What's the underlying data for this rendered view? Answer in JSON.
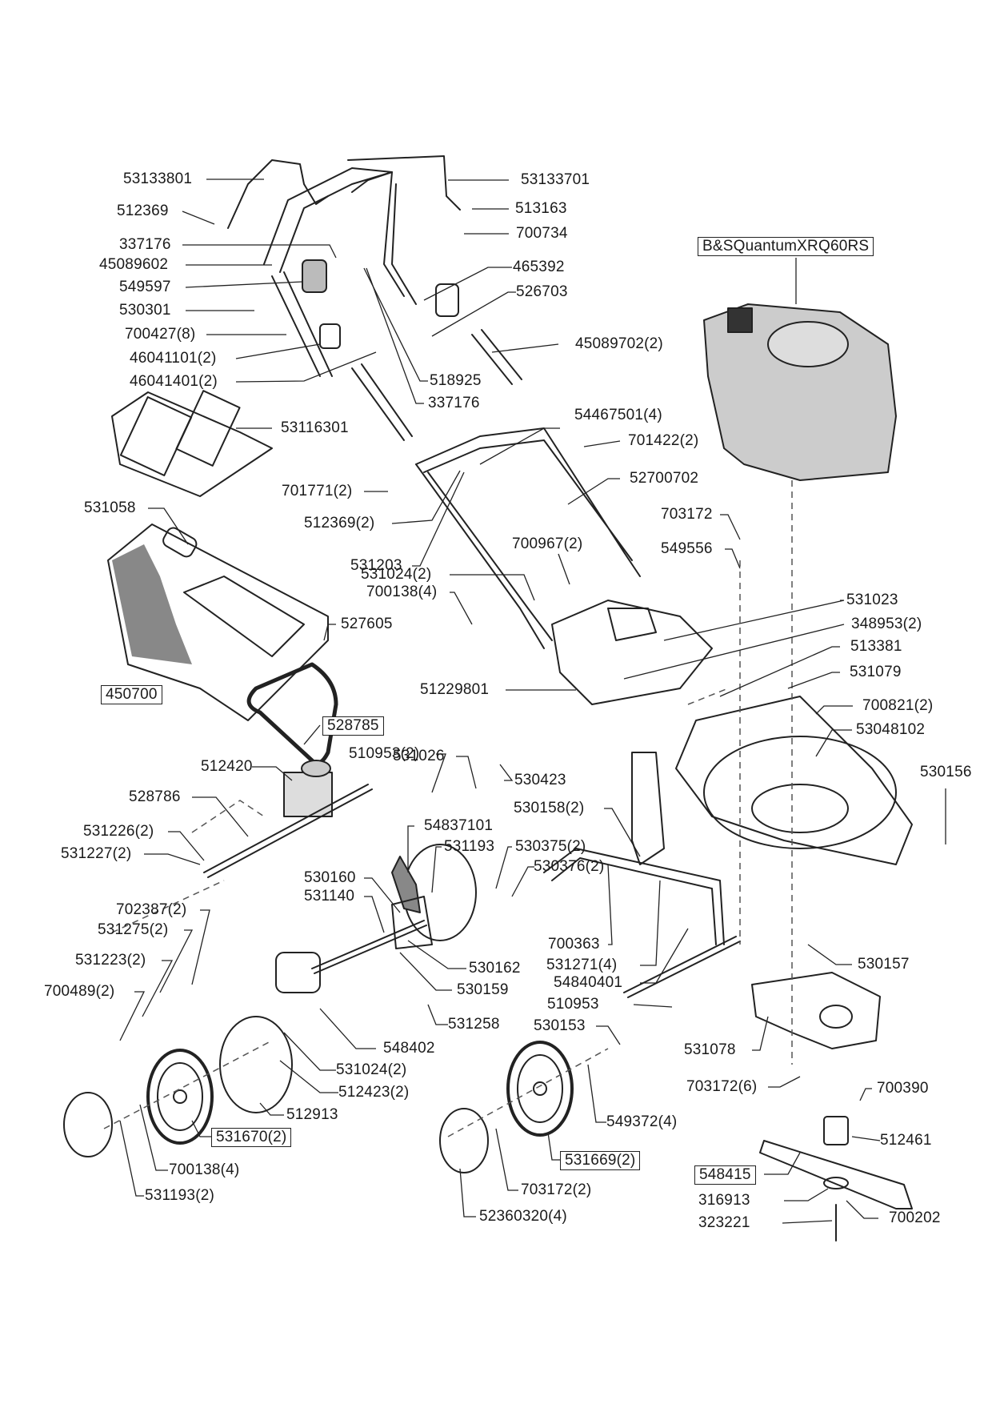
{
  "diagram": {
    "title": "Lawn mower exploded parts diagram",
    "engine_label": "B&SQuantumXRQ60RS",
    "parts": [
      {
        "id": "p01",
        "label": "53133801"
      },
      {
        "id": "p02",
        "label": "512369"
      },
      {
        "id": "p03",
        "label": "337176"
      },
      {
        "id": "p04",
        "label": "45089602"
      },
      {
        "id": "p05",
        "label": "549597"
      },
      {
        "id": "p06",
        "label": "530301"
      },
      {
        "id": "p07",
        "label": "700427(8)"
      },
      {
        "id": "p08",
        "label": "46041101(2)"
      },
      {
        "id": "p09",
        "label": "46041401(2)"
      },
      {
        "id": "p10",
        "label": "53133701"
      },
      {
        "id": "p11",
        "label": "513163"
      },
      {
        "id": "p12",
        "label": "700734"
      },
      {
        "id": "p13",
        "label": "465392"
      },
      {
        "id": "p14",
        "label": "526703"
      },
      {
        "id": "p15",
        "label": "45089702(2)"
      },
      {
        "id": "p16",
        "label": "518925"
      },
      {
        "id": "p17",
        "label": "337176"
      },
      {
        "id": "p18",
        "label": "53116301"
      },
      {
        "id": "p19",
        "label": "54467501(4)"
      },
      {
        "id": "p20",
        "label": "701422(2)"
      },
      {
        "id": "p21",
        "label": "701771(2)"
      },
      {
        "id": "p22",
        "label": "52700702"
      },
      {
        "id": "p23",
        "label": "512369(2)"
      },
      {
        "id": "p24",
        "label": "531058"
      },
      {
        "id": "p25",
        "label": "531203"
      },
      {
        "id": "p26",
        "label": "703172"
      },
      {
        "id": "p27",
        "label": "700967(2)"
      },
      {
        "id": "p28",
        "label": "549556"
      },
      {
        "id": "p29",
        "label": "531024(2)"
      },
      {
        "id": "p30",
        "label": "700138(4)"
      },
      {
        "id": "p31",
        "label": "531023"
      },
      {
        "id": "p32",
        "label": "348953(2)"
      },
      {
        "id": "p33",
        "label": "527605"
      },
      {
        "id": "p34",
        "label": "513381"
      },
      {
        "id": "p35",
        "label": "531079"
      },
      {
        "id": "p36",
        "label": "51229801"
      },
      {
        "id": "p37",
        "label": "700821(2)"
      },
      {
        "id": "p38",
        "label": "450700",
        "boxed": true
      },
      {
        "id": "p39",
        "label": "528785",
        "boxed": true
      },
      {
        "id": "p40",
        "label": "53048102"
      },
      {
        "id": "p41",
        "label": "531026"
      },
      {
        "id": "p42",
        "label": "510953(2)"
      },
      {
        "id": "p43",
        "label": "530423"
      },
      {
        "id": "p44",
        "label": "512420"
      },
      {
        "id": "p45",
        "label": "530156"
      },
      {
        "id": "p46",
        "label": "528786"
      },
      {
        "id": "p47",
        "label": "530158(2)"
      },
      {
        "id": "p48",
        "label": "54837101"
      },
      {
        "id": "p49",
        "label": "531226(2)"
      },
      {
        "id": "p50",
        "label": "531193"
      },
      {
        "id": "p51",
        "label": "530375(2)"
      },
      {
        "id": "p52",
        "label": "531227(2)"
      },
      {
        "id": "p53",
        "label": "530376(2)"
      },
      {
        "id": "p54",
        "label": "530160"
      },
      {
        "id": "p55",
        "label": "531140"
      },
      {
        "id": "p56",
        "label": "702387(2)"
      },
      {
        "id": "p57",
        "label": "531275(2)"
      },
      {
        "id": "p58",
        "label": "700363"
      },
      {
        "id": "p59",
        "label": "531223(2)"
      },
      {
        "id": "p60",
        "label": "530162"
      },
      {
        "id": "p61",
        "label": "531271(4)"
      },
      {
        "id": "p62",
        "label": "530157"
      },
      {
        "id": "p63",
        "label": "700489(2)"
      },
      {
        "id": "p64",
        "label": "54840401"
      },
      {
        "id": "p65",
        "label": "530159"
      },
      {
        "id": "p66",
        "label": "510953"
      },
      {
        "id": "p67",
        "label": "531258"
      },
      {
        "id": "p68",
        "label": "530153"
      },
      {
        "id": "p69",
        "label": "548402"
      },
      {
        "id": "p70",
        "label": "531078"
      },
      {
        "id": "p71",
        "label": "531024(2)"
      },
      {
        "id": "p72",
        "label": "703172(6)"
      },
      {
        "id": "p73",
        "label": "700390"
      },
      {
        "id": "p74",
        "label": "512423(2)"
      },
      {
        "id": "p75",
        "label": "512913"
      },
      {
        "id": "p76",
        "label": "549372(4)"
      },
      {
        "id": "p77",
        "label": "512461"
      },
      {
        "id": "p78",
        "label": "531670(2)",
        "boxed": true
      },
      {
        "id": "p79",
        "label": "531669(2)",
        "boxed": true
      },
      {
        "id": "p80",
        "label": "548415",
        "boxed": true
      },
      {
        "id": "p81",
        "label": "700138(4)"
      },
      {
        "id": "p82",
        "label": "703172(2)"
      },
      {
        "id": "p83",
        "label": "316913"
      },
      {
        "id": "p84",
        "label": "700202"
      },
      {
        "id": "p85",
        "label": "531193(2)"
      },
      {
        "id": "p86",
        "label": "323221"
      },
      {
        "id": "p87",
        "label": "52360320(4)"
      }
    ]
  }
}
